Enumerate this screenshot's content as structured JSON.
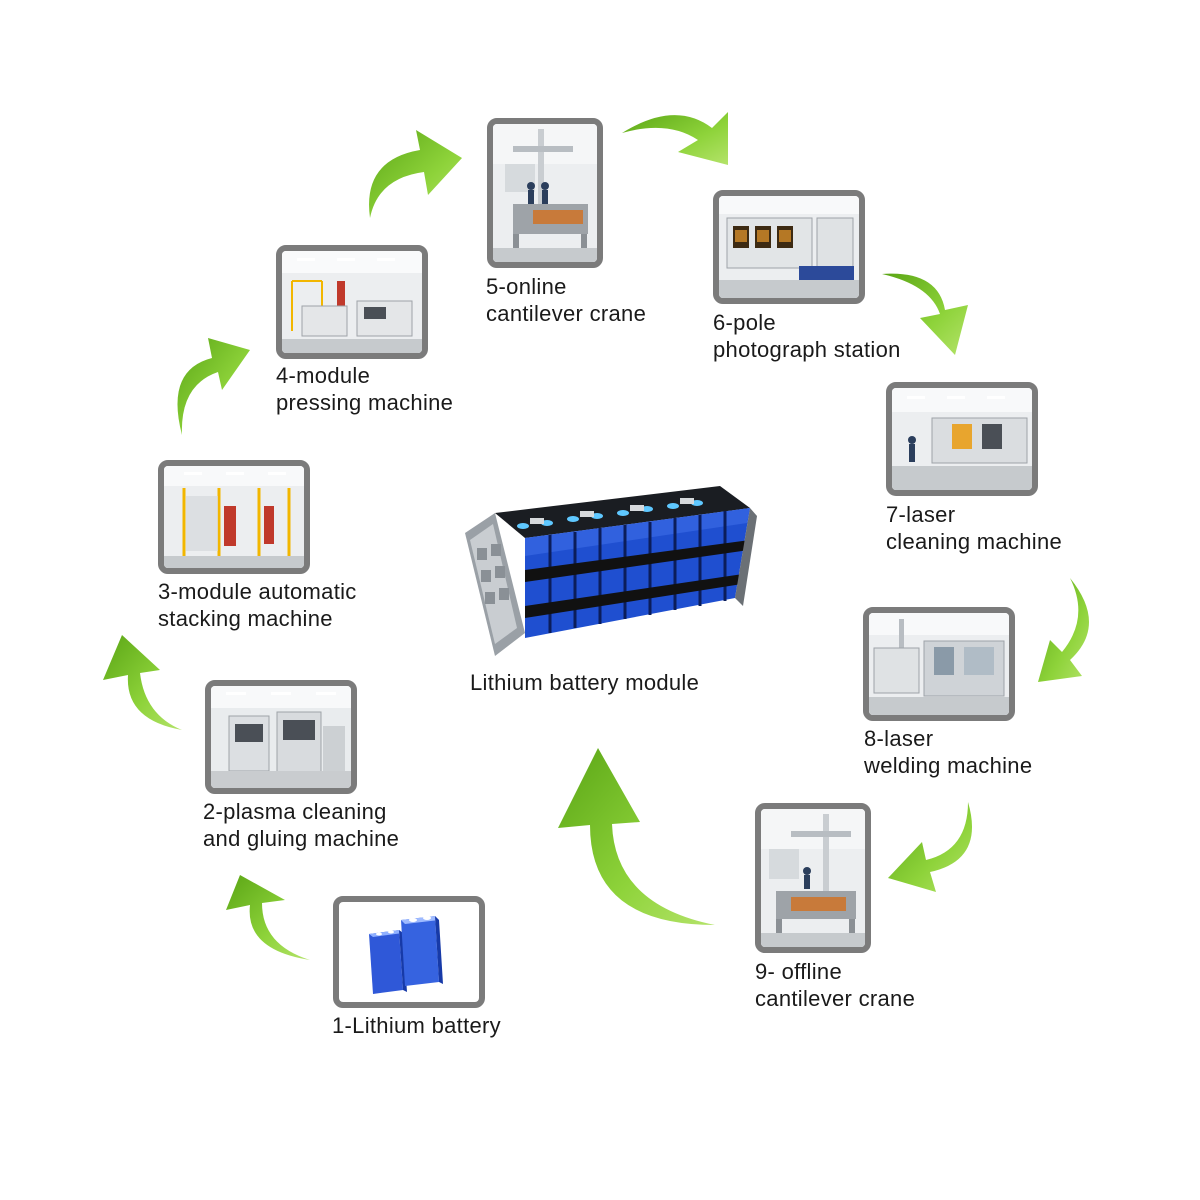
{
  "center": {
    "label": "Lithium battery module"
  },
  "steps": [
    {
      "id": "1",
      "line1": "1-Lithium battery",
      "line2": ""
    },
    {
      "id": "2",
      "line1": "2-plasma cleaning",
      "line2": "and gluing machine"
    },
    {
      "id": "3",
      "line1": "3-module automatic",
      "line2": "stacking machine"
    },
    {
      "id": "4",
      "line1": "4-module",
      "line2": "pressing machine"
    },
    {
      "id": "5",
      "line1": "5-online",
      "line2": "cantilever crane"
    },
    {
      "id": "6",
      "line1": "6-pole",
      "line2": "photograph station"
    },
    {
      "id": "7",
      "line1": "7-laser",
      "line2": "cleaning machine"
    },
    {
      "id": "8",
      "line1": "8-laser",
      "line2": "welding machine"
    },
    {
      "id": "9",
      "line1": "9- offline",
      "line2": "cantilever crane"
    }
  ],
  "colors": {
    "arrow": "#7dc82a",
    "arrow_dark": "#4e9a12",
    "frame": "#7b7b7b",
    "battery": "#1f4fd0"
  }
}
